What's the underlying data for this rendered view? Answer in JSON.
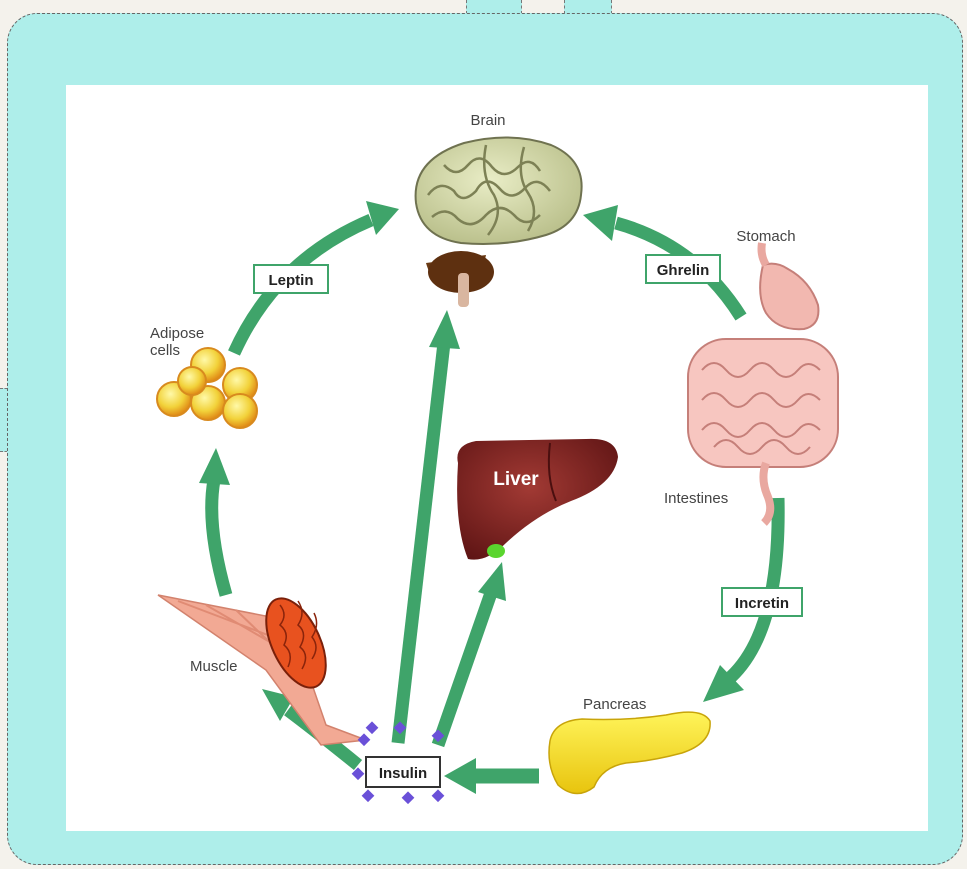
{
  "organs": {
    "brain": "Brain",
    "stomach": "Stomach",
    "adipose_line1": "Adipose",
    "adipose_line2": "cells",
    "liver": "Liver",
    "intestines": "Intestines",
    "muscle": "Muscle",
    "pancreas": "Pancreas"
  },
  "hormones": {
    "leptin": "Leptin",
    "ghrelin": "Ghrelin",
    "incretin": "Incretin",
    "insulin": "Insulin"
  },
  "colors": {
    "arrow": "#3fa46a",
    "frame": "#aeeeea"
  }
}
